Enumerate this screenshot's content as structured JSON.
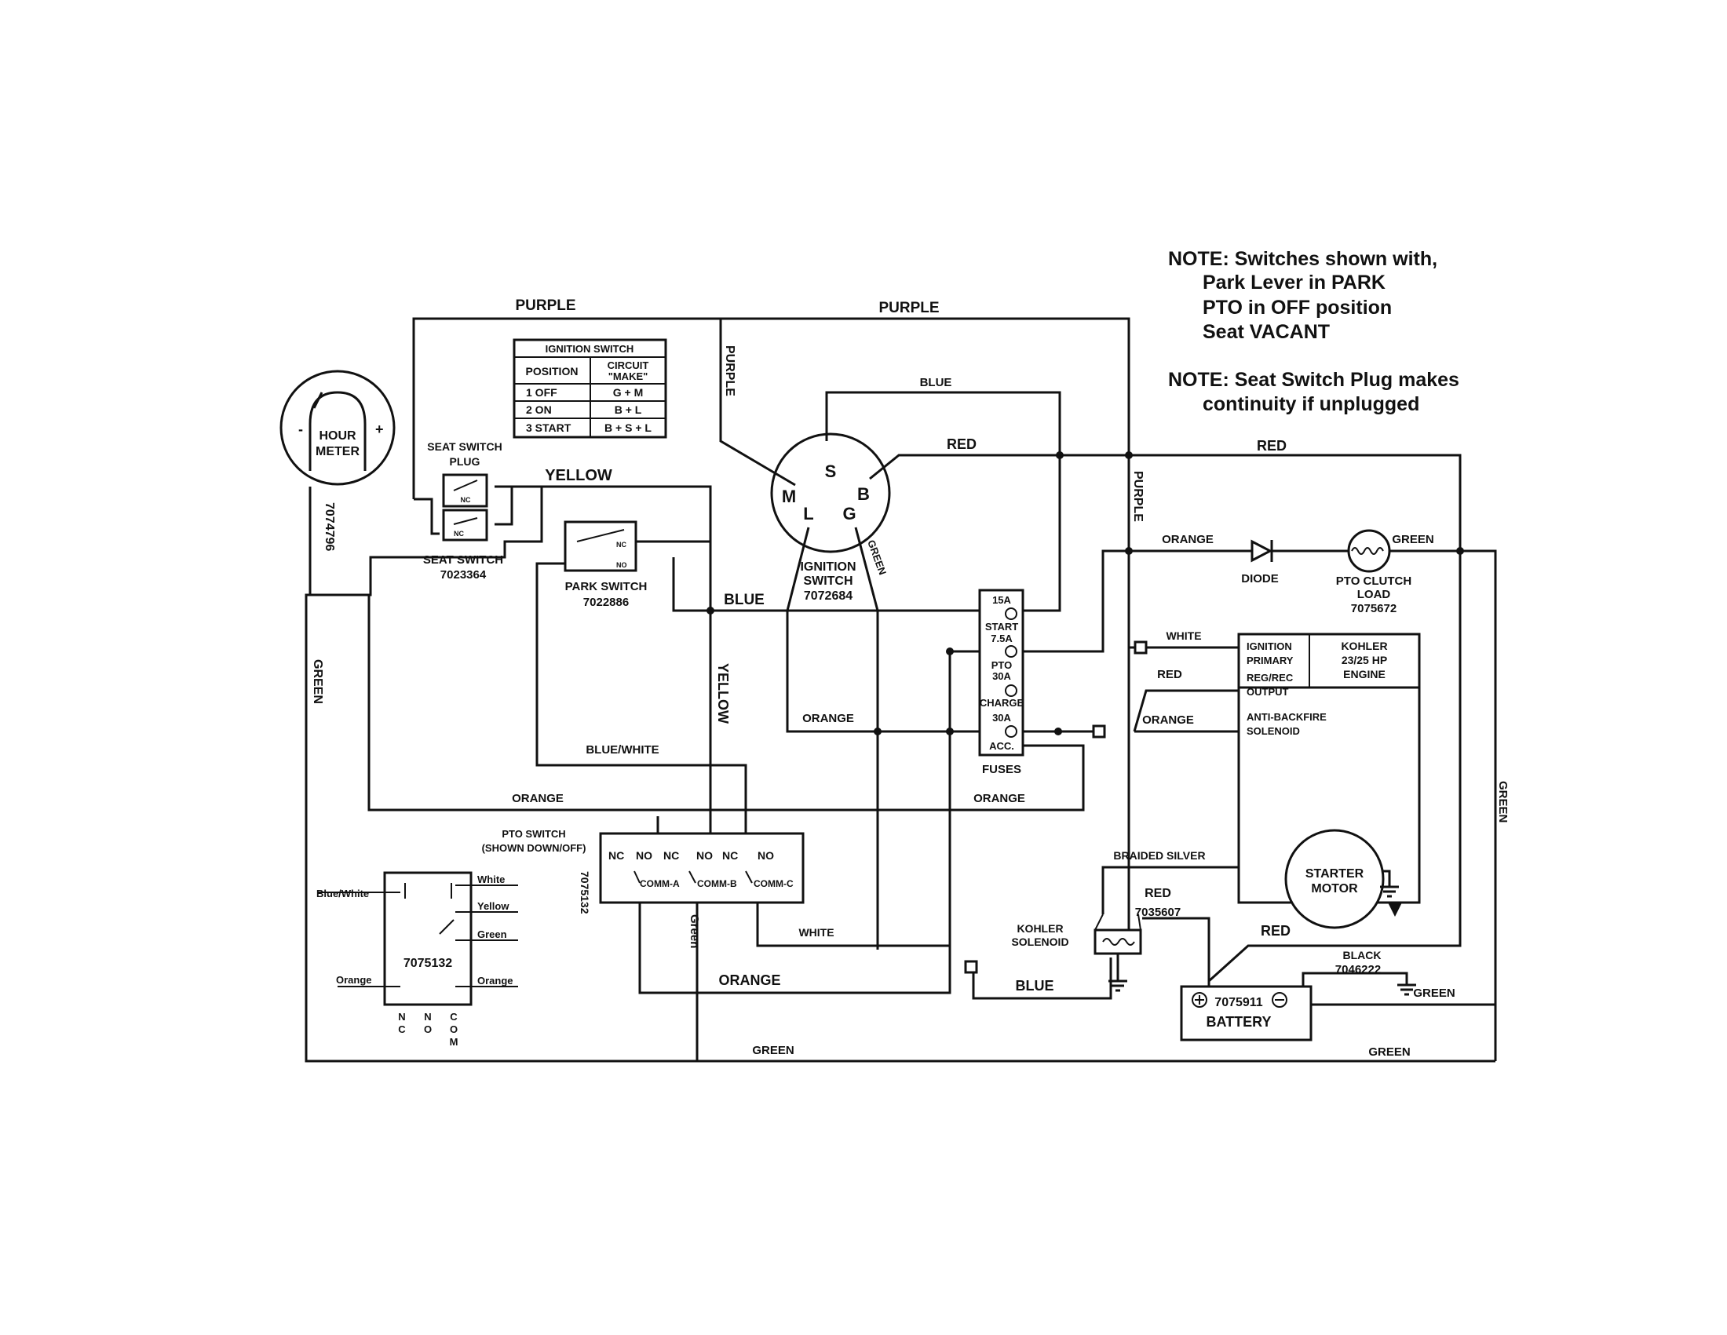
{
  "notes": {
    "note1": [
      "NOTE: Switches shown with,",
      "Park Lever in PARK",
      "PTO in OFF position",
      "Seat VACANT"
    ],
    "note2": [
      "NOTE: Seat Switch Plug makes",
      "continuity if unplugged"
    ]
  },
  "ignition_table": {
    "title": "IGNITION SWITCH",
    "headers": [
      "POSITION",
      "CIRCUIT",
      "\"MAKE\""
    ],
    "rows": [
      [
        "1  OFF",
        "G + M"
      ],
      [
        "2  ON",
        "B + L"
      ],
      [
        "3  START",
        "B + S + L"
      ]
    ]
  },
  "components": {
    "hour_meter": {
      "label1": "HOUR",
      "label2": "METER",
      "part": "7074796",
      "minus": "-",
      "plus": "+"
    },
    "seat_switch_plug": {
      "label1": "SEAT SWITCH",
      "label2": "PLUG",
      "nc": "NC"
    },
    "seat_switch": {
      "label": "SEAT SWITCH",
      "part": "7023364",
      "nc": "NC"
    },
    "park_switch": {
      "label": "PARK SWITCH",
      "part": "7022886",
      "nc": "NC",
      "no": "NO"
    },
    "ignition_switch": {
      "label": "IGNITION",
      "label2": "SWITCH",
      "part": "7072684",
      "terminals": [
        "S",
        "M",
        "B",
        "L",
        "G"
      ]
    },
    "fuses": {
      "label": "FUSES",
      "items": [
        "15A",
        "START",
        "7.5A",
        "PTO",
        "30A",
        "CHARGE",
        "30A",
        "ACC."
      ]
    },
    "diode": {
      "label": "DIODE"
    },
    "pto_clutch": {
      "label1": "PTO CLUTCH",
      "label2": "LOAD",
      "part": "7075672"
    },
    "engine": {
      "name1": "KOHLER",
      "name2": "23/25 HP",
      "name3": "ENGINE",
      "t1a": "IGNITION",
      "t1b": "PRIMARY",
      "t2a": "REG/REC",
      "t2b": "OUTPUT",
      "t3a": "ANTI-BACKFIRE",
      "t3b": "SOLENOID"
    },
    "pto_switch": {
      "label1": "PTO SWITCH",
      "label2": "(SHOWN DOWN/OFF)",
      "part": "7075132",
      "contacts": [
        "NC",
        "NO",
        "NC",
        "NO",
        "NC",
        "NO"
      ],
      "commons": [
        "COMM-A",
        "COMM-B",
        "COMM-C"
      ]
    },
    "starter_motor": {
      "label1": "STARTER",
      "label2": "MOTOR"
    },
    "kohler_solenoid": {
      "label1": "KOHLER",
      "label2": "SOLENOID",
      "part": "7035607"
    },
    "battery": {
      "label": "BATTERY",
      "part": "7075911"
    },
    "black_ground": {
      "label": "BLACK",
      "part": "7046222"
    },
    "detail_switch": {
      "part": "7075132",
      "left1": "Blue/White",
      "left2": "Orange",
      "right": [
        "White",
        "Yellow",
        "Green",
        "Orange"
      ],
      "bottom": [
        "N",
        "C",
        "N",
        "O",
        "C",
        "O",
        "M"
      ]
    }
  },
  "wires": {
    "purple_top_left": "PURPLE",
    "purple_top_right": "PURPLE",
    "purple_vert": "PURPLE",
    "purple_vert2": "PURPLE",
    "blue_top": "BLUE",
    "red_ign": "RED",
    "red_right": "RED",
    "yellow_top": "YELLOW",
    "yellow_vert": "YELLOW",
    "blue_mid": "BLUE",
    "green_ign": "GREEN",
    "orange_diode": "ORANGE",
    "green_clutch": "GREEN",
    "white_ign": "WHITE",
    "red_reg": "RED",
    "orange_mid": "ORANGE",
    "orange_anti": "ORANGE",
    "blue_white": "BLUE/WHITE",
    "orange_left": "ORANGE",
    "orange_right": "ORANGE",
    "green_left": "GREEN",
    "green_right": "GREEN",
    "braided_silver": "BRAIDED SILVER",
    "red_sol": "RED",
    "white_pto": "WHITE",
    "green_pto": "Green",
    "orange_bottom": "ORANGE",
    "blue_bottom": "BLUE",
    "red_batt": "RED",
    "green_batt": "GREEN",
    "green_bottom": "GREEN",
    "green_bottom2": "GREEN"
  }
}
